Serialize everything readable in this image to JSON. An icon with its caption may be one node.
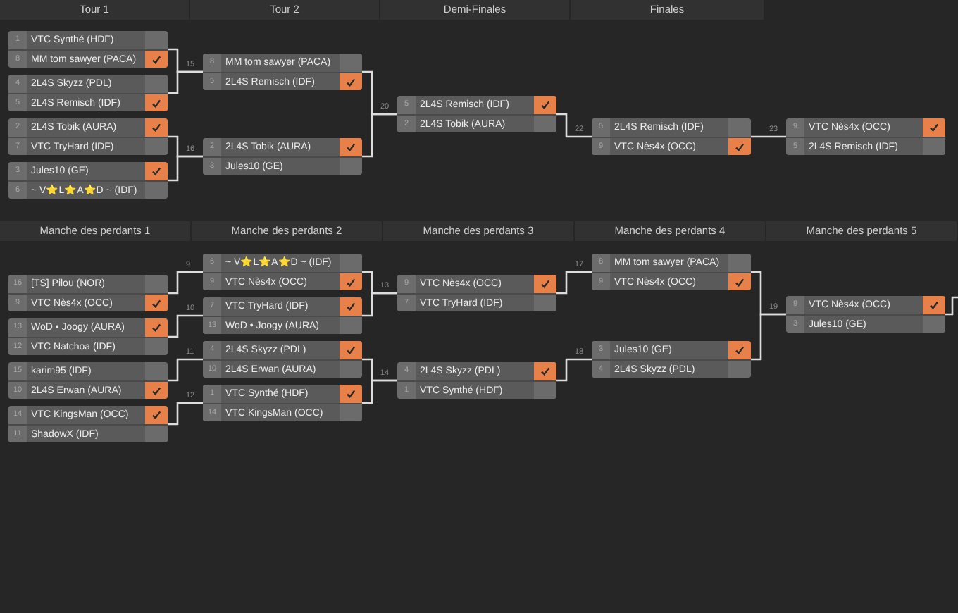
{
  "diagram": {
    "nodes": [
      {
        "text": [
          "1",
          "VTC Synthé (HDF)",
          "8",
          "MM tom sawyer (PACA)"
        ]
      },
      {
        "text": [
          "4",
          "2L4S Skyzz (PDL)",
          "5",
          "2L4S Remisch (IDF)"
        ]
      },
      {
        "text": [
          "2",
          "2L4S Tobik (AURA)",
          "7",
          "VTC TryHard (IDF)"
        ]
      },
      {
        "text": [
          "3",
          "Jules10 (GE)",
          "6",
          "~ V⭐L⭐A⭐D ~ (IDF)"
        ]
      },
      {
        "text": [
          "8",
          "MM tom sawyer (PACA)",
          "5",
          "2L4S Remisch (IDF)"
        ],
        "beside": [
          "15"
        ]
      },
      {
        "text": [
          "2",
          "2L4S Tobik (AURA)",
          "3",
          "Jules10 (GE)"
        ],
        "beside": [
          "16"
        ]
      },
      {
        "text": [
          "5",
          "2L4S Remisch (IDF)",
          "2",
          "2L4S Tobik (AURA)"
        ],
        "beside": [
          "20"
        ]
      },
      {
        "text": [
          "5",
          "2L4S Remisch (IDF)",
          "9",
          "VTC Nès4x (OCC)"
        ],
        "beside": [
          "22"
        ]
      },
      {
        "text": [
          "9",
          "VTC Nès4x (OCC)",
          "5",
          "2L4S Remisch (IDF)"
        ],
        "beside": [
          "23"
        ]
      },
      {
        "text": [
          "16",
          "[TS] Pilou (NOR)",
          "9",
          "VTC Nès4x (OCC)"
        ]
      },
      {
        "text": [
          "13",
          "WoD • Joogy (AURA)",
          "12",
          "VTC Natchoa (IDF)"
        ]
      },
      {
        "text": [
          "15",
          "karim95 (IDF)",
          "10",
          "2L4S Erwan (AURA)"
        ]
      },
      {
        "text": [
          "14",
          "VTC KingsMan (OCC)",
          "11",
          "ShadowX (IDF)"
        ]
      },
      {
        "text": [
          "6",
          "~ V⭐L⭐A⭐D ~ (IDF)",
          "9",
          "VTC Nès4x (OCC)"
        ],
        "beside": [
          "9"
        ]
      },
      {
        "text": [
          "7",
          "VTC TryHard (IDF)",
          "13",
          "WoD • Joogy (AURA)"
        ],
        "beside": [
          "10"
        ]
      },
      {
        "text": [
          "4",
          "2L4S Skyzz (PDL)",
          "10",
          "2L4S Erwan (AURA)"
        ],
        "beside": [
          "11"
        ]
      },
      {
        "text": [
          "1",
          "VTC Synthé (HDF)",
          "14",
          "VTC KingsMan (OCC)"
        ],
        "beside": [
          "12"
        ]
      },
      {
        "text": [
          "9",
          "VTC Nès4x (OCC)",
          "7",
          "VTC TryHard (IDF)"
        ],
        "beside": [
          "13"
        ]
      },
      {
        "text": [
          "4",
          "2L4S Skyzz (PDL)",
          "1",
          "VTC Synthé (HDF)"
        ],
        "beside": [
          "14"
        ]
      },
      {
        "text": [
          "8",
          "MM tom sawyer (PACA)",
          "9",
          "VTC Nès4x (OCC)"
        ],
        "beside": [
          "17"
        ]
      },
      {
        "text": [
          "3",
          "Jules10 (GE)",
          "4",
          "2L4S Skyzz (PDL)"
        ],
        "beside": [
          "18"
        ]
      },
      {
        "text": [
          "9",
          "VTC Nès4x (OCC)",
          "3",
          "Jules10 (GE)"
        ],
        "beside": [
          "19"
        ]
      }
    ],
    "edges": [
      {
        "from": 0,
        "to": 4,
        "arrow": "none"
      },
      {
        "from": 1,
        "to": 4,
        "arrow": "none"
      },
      {
        "from": 2,
        "to": 5,
        "arrow": "none"
      },
      {
        "from": 3,
        "to": 5,
        "arrow": "none"
      },
      {
        "from": 4,
        "to": 6,
        "arrow": "none"
      },
      {
        "from": 5,
        "to": 6,
        "arrow": "none"
      },
      {
        "from": 6,
        "to": 7,
        "arrow": "none"
      },
      {
        "from": 7,
        "to": 8,
        "arrow": "none"
      },
      {
        "from": 9,
        "to": 13,
        "arrow": "none"
      },
      {
        "from": 10,
        "to": 14,
        "arrow": "none"
      },
      {
        "from": 11,
        "to": 15,
        "arrow": "none"
      },
      {
        "from": 12,
        "to": 16,
        "arrow": "none"
      },
      {
        "from": 13,
        "to": 17,
        "arrow": "none"
      },
      {
        "from": 14,
        "to": 17,
        "arrow": "none"
      },
      {
        "from": 15,
        "to": 18,
        "arrow": "none"
      },
      {
        "from": 16,
        "to": 18,
        "arrow": "none"
      },
      {
        "from": 17,
        "to": 19,
        "arrow": "none"
      },
      {
        "from": 18,
        "to": 20,
        "arrow": "none"
      },
      {
        "from": 19,
        "to": 21,
        "arrow": "none"
      },
      {
        "from": 20,
        "to": 21,
        "arrow": "none"
      },
      {
        "from": 21,
        "to": null,
        "arrow": "none"
      }
    ],
    "labels": [
      "Tour 1",
      "Tour 2",
      "Demi-Finales",
      "Finales",
      "Manche des perdants 1",
      "Manche des perdants 2",
      "Manche des perdants 3",
      "Manche des perdants 4",
      "Manche des perdants 5"
    ]
  }
}
